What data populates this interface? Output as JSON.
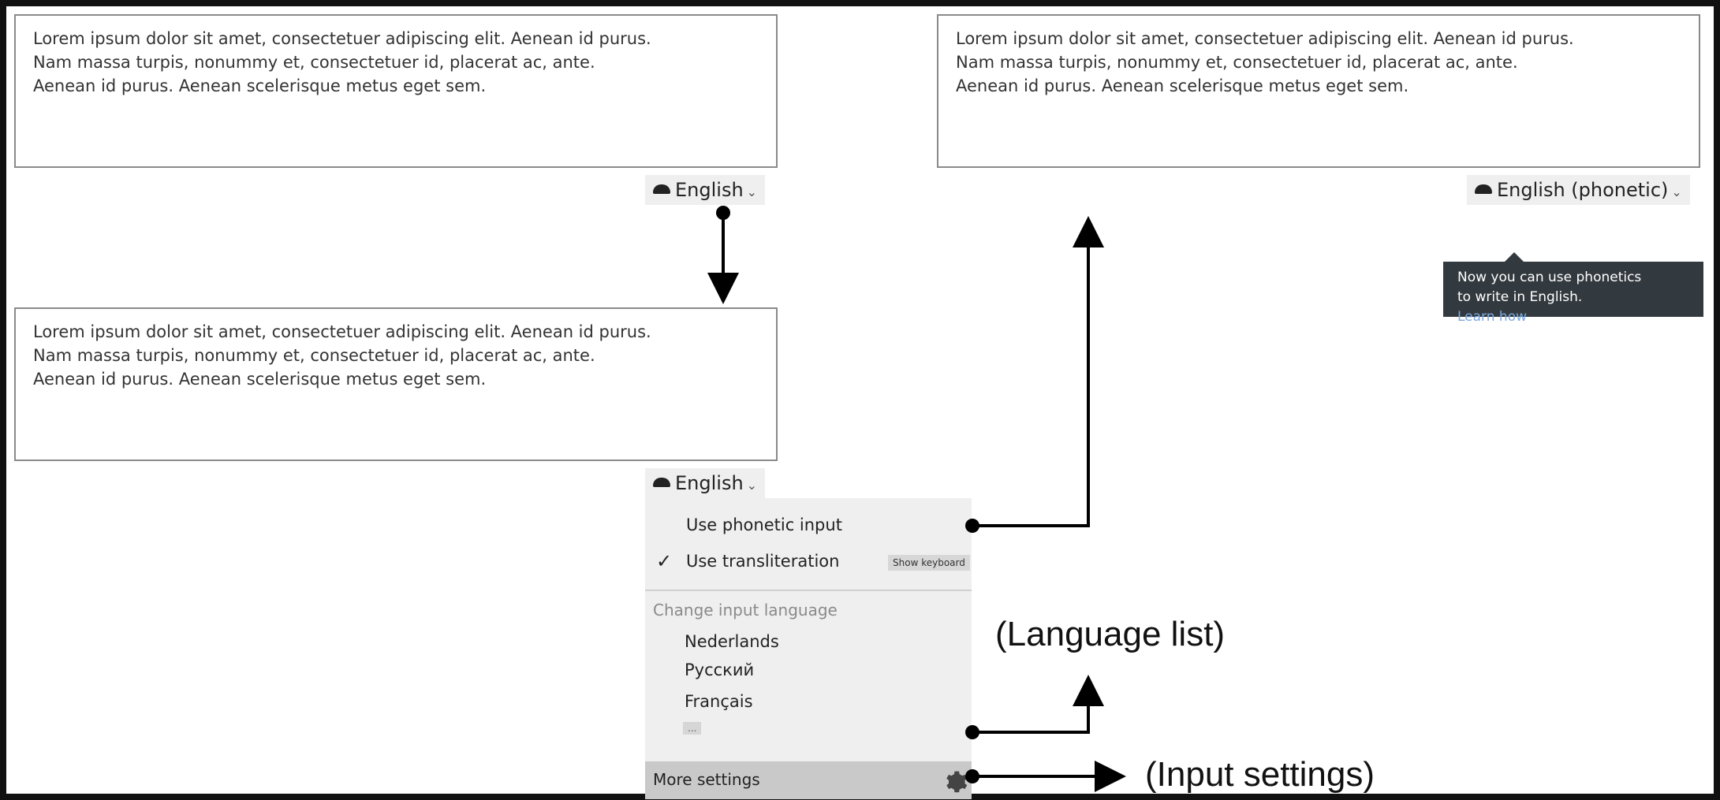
{
  "sample_text": {
    "line1": "Lorem ipsum dolor sit amet, consectetuer adipiscing elit. Aenean id purus.",
    "line2": "Nam massa turpis, nonummy et, consectetuer id, placerat ac, ante.",
    "line3": "Aenean id purus. Aenean scelerisque metus eget sem."
  },
  "language_buttons": {
    "english": "English",
    "english_phonetic": "English (phonetic)"
  },
  "tooltip": {
    "line1": "Now you can use phonetics",
    "line2": "to write in English.",
    "link": "Learn how"
  },
  "menu": {
    "phonetic_input": "Use phonetic input",
    "transliteration": "Use transliteration",
    "transliteration_checked": true,
    "show_keyboard": "Show keyboard",
    "change_language_heading": "Change input language",
    "languages": [
      "Nederlands",
      "Русский",
      "Français"
    ],
    "more_languages": "...",
    "more_settings": "More settings"
  },
  "annotations": {
    "language_list": "(Language list)",
    "input_settings": "(Input settings)"
  }
}
